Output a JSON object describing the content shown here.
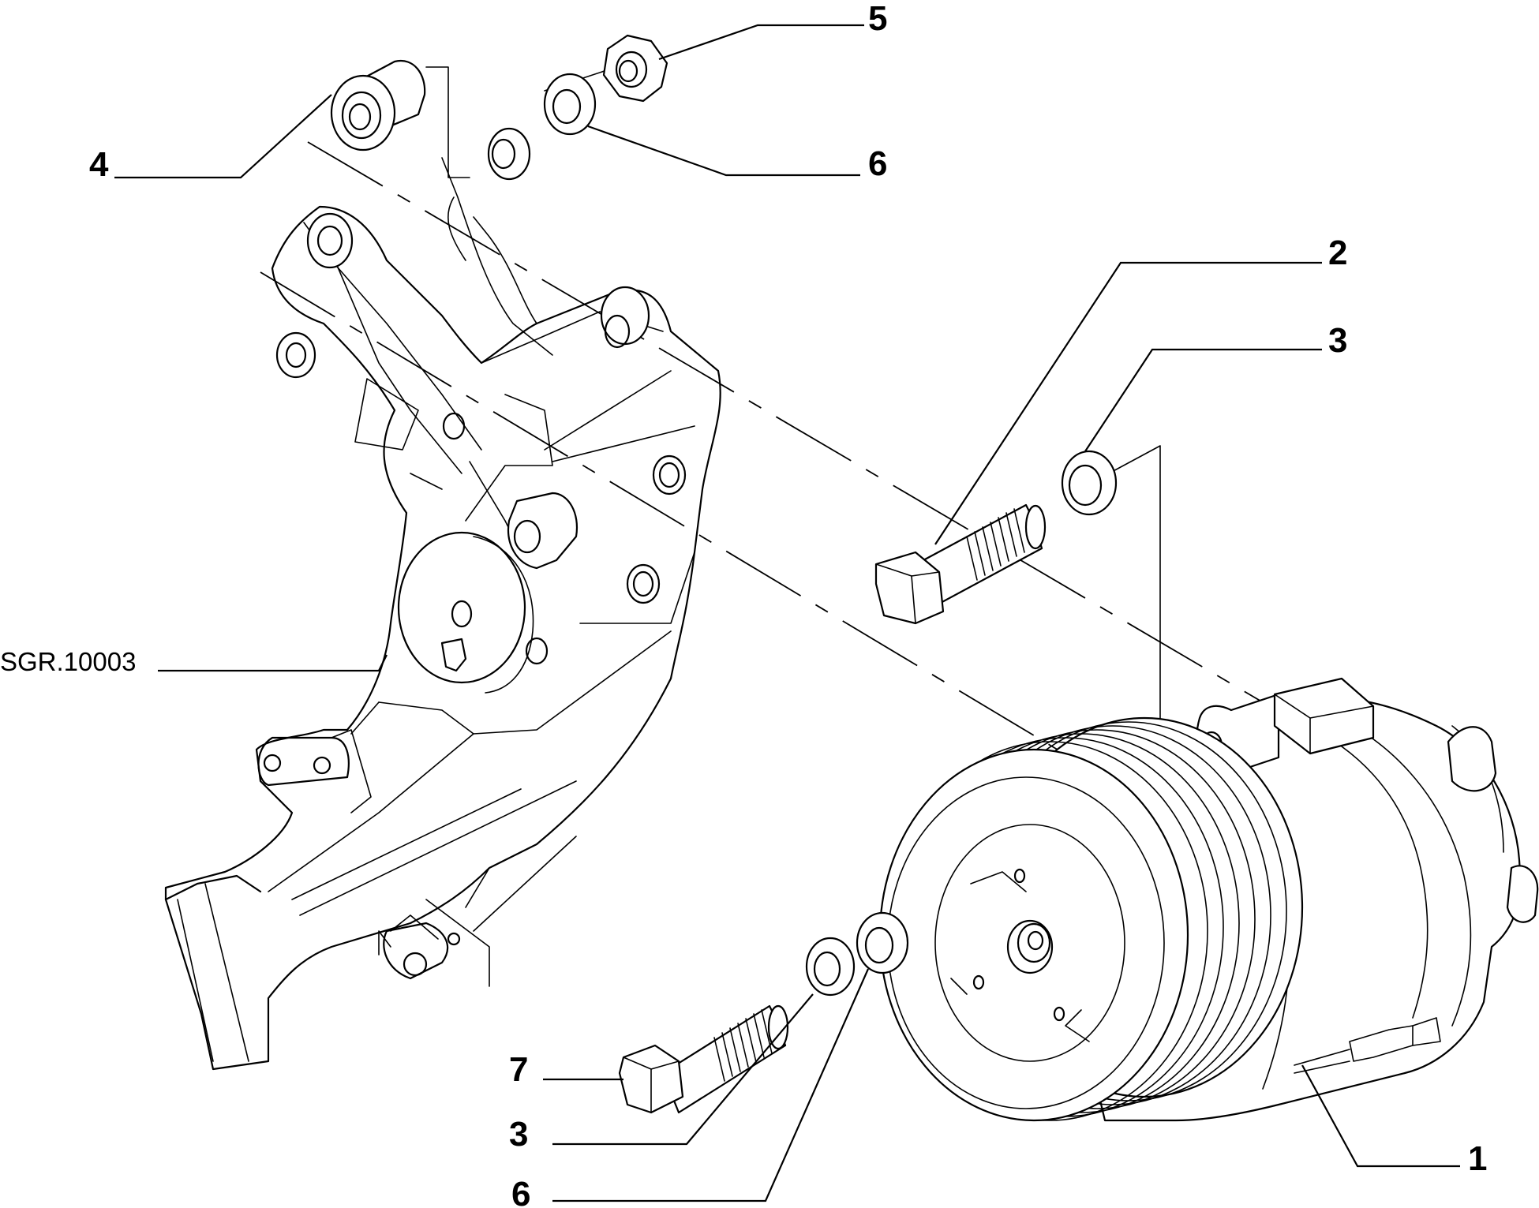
{
  "callouts": {
    "c1": "1",
    "c2": "2",
    "c3a": "3",
    "c3b": "3",
    "c4": "4",
    "c5": "5",
    "c6a": "6",
    "c6b": "6",
    "c7": "7"
  },
  "reference_label": "SGR.10003"
}
